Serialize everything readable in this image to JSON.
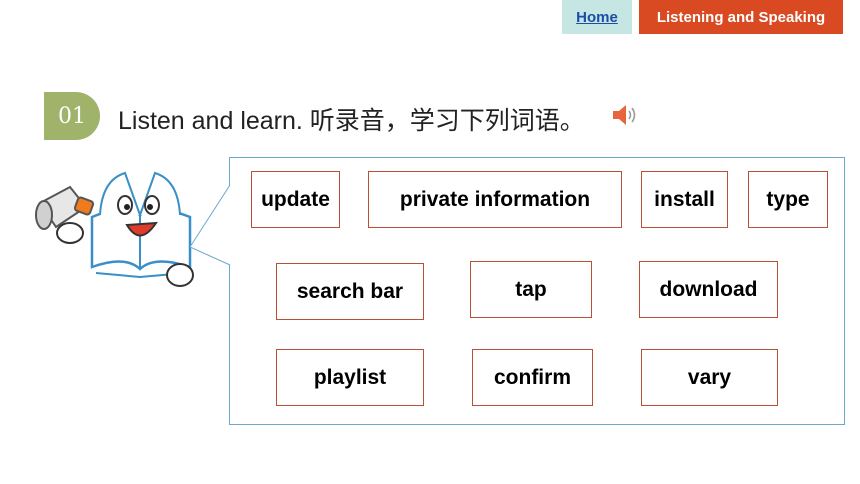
{
  "nav": {
    "home_label": "Home",
    "section_label": "Listening and Speaking"
  },
  "section": {
    "number": "01",
    "instruction": "Listen and learn. 听录音，学习下列词语。"
  },
  "icons": {
    "speaker": "speaker-icon",
    "mascot": "megaphone-book-mascot"
  },
  "colors": {
    "accent_red": "#d94a22",
    "home_bg": "#c6e6e4",
    "badge_green": "#9fb36b",
    "panel_border": "#6aa8cf",
    "word_border": "#b94f35"
  },
  "words": [
    "update",
    "private information",
    "install",
    "type",
    "search bar",
    "tap",
    "download",
    "playlist",
    "confirm",
    "vary"
  ]
}
